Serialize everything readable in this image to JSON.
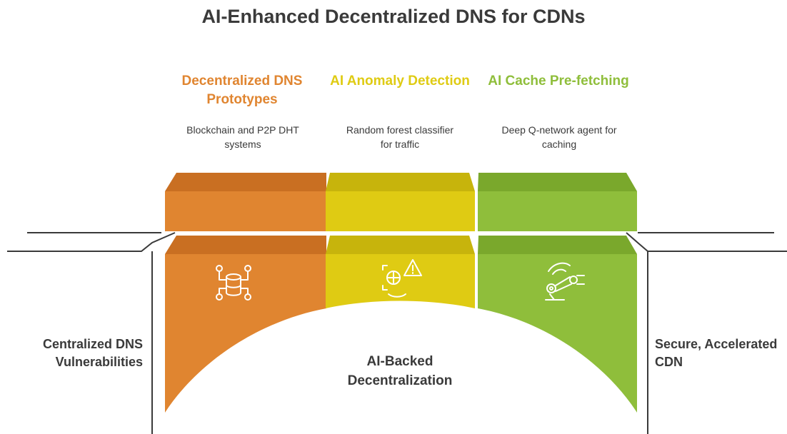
{
  "title": "AI-Enhanced Decentralized DNS for CDNs",
  "colors": {
    "orange": "#e08530",
    "yellow": "#dfcb13",
    "green": "#8fbe3b",
    "text": "#3a3a3a"
  },
  "pillars": [
    {
      "title": "Decentralized DNS Prototypes",
      "description": "Blockchain and P2P DHT systems",
      "icon": "database-network-icon",
      "color": "#e08530"
    },
    {
      "title": "AI Anomaly Detection",
      "description": "Random forest classifier for traffic",
      "icon": "anomaly-scan-icon",
      "color": "#dfcb13"
    },
    {
      "title": "AI Cache Pre-fetching",
      "description": "Deep Q-network agent for caching",
      "icon": "robot-arm-icon",
      "color": "#8fbe3b"
    }
  ],
  "left_label": "Centralized DNS Vulnerabilities",
  "right_label": "Secure, Accelerated CDN",
  "center_label": "AI-Backed Decentralization"
}
